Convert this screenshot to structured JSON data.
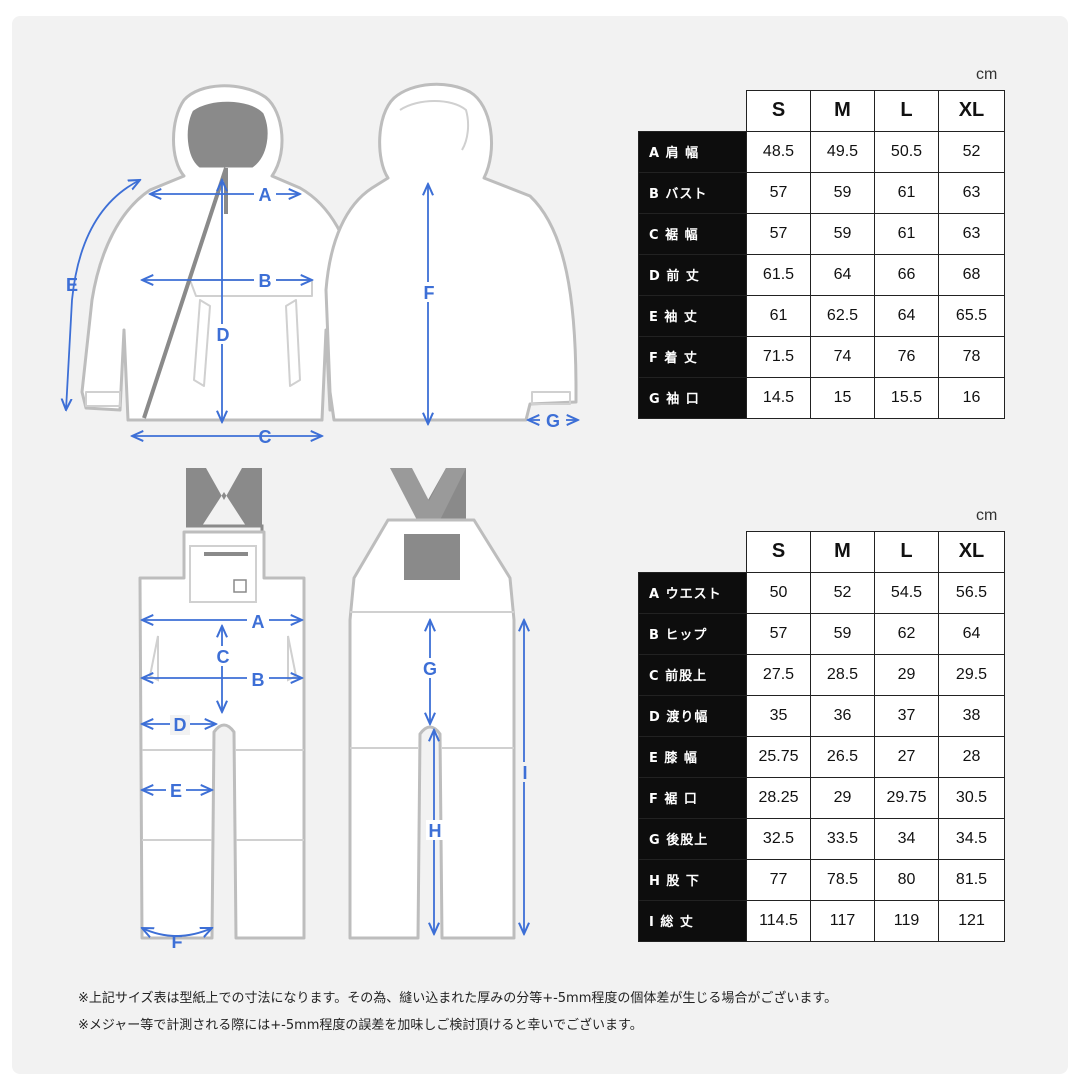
{
  "jacket_table": {
    "unit": "cm",
    "headers": [
      "S",
      "M",
      "L",
      "XL"
    ],
    "rows": [
      {
        "label": "A 肩 幅",
        "values": [
          "48.5",
          "49.5",
          "50.5",
          "52"
        ]
      },
      {
        "label": "B バスト",
        "values": [
          "57",
          "59",
          "61",
          "63"
        ]
      },
      {
        "label": "C 裾 幅",
        "values": [
          "57",
          "59",
          "61",
          "63"
        ]
      },
      {
        "label": "D 前 丈",
        "values": [
          "61.5",
          "64",
          "66",
          "68"
        ]
      },
      {
        "label": "E 袖 丈",
        "values": [
          "61",
          "62.5",
          "64",
          "65.5"
        ]
      },
      {
        "label": "F 着 丈",
        "values": [
          "71.5",
          "74",
          "76",
          "78"
        ]
      },
      {
        "label": "G 袖 口",
        "values": [
          "14.5",
          "15",
          "15.5",
          "16"
        ]
      }
    ]
  },
  "pants_table": {
    "unit": "cm",
    "headers": [
      "S",
      "M",
      "L",
      "XL"
    ],
    "rows": [
      {
        "label": "A ウエスト",
        "values": [
          "50",
          "52",
          "54.5",
          "56.5"
        ]
      },
      {
        "label": "B ヒップ",
        "values": [
          "57",
          "59",
          "62",
          "64"
        ]
      },
      {
        "label": "C 前股上",
        "values": [
          "27.5",
          "28.5",
          "29",
          "29.5"
        ]
      },
      {
        "label": "D 渡り幅",
        "values": [
          "35",
          "36",
          "37",
          "38"
        ]
      },
      {
        "label": "E 膝 幅",
        "values": [
          "25.75",
          "26.5",
          "27",
          "28"
        ]
      },
      {
        "label": "F 裾 口",
        "values": [
          "28.25",
          "29",
          "29.75",
          "30.5"
        ]
      },
      {
        "label": "G 後股上",
        "values": [
          "32.5",
          "33.5",
          "34",
          "34.5"
        ]
      },
      {
        "label": "H 股 下",
        "values": [
          "77",
          "78.5",
          "80",
          "81.5"
        ]
      },
      {
        "label": "I 総 丈",
        "values": [
          "114.5",
          "117",
          "119",
          "121"
        ]
      }
    ]
  },
  "diagram_labels": {
    "jacket": {
      "A": "A",
      "B": "B",
      "C": "C",
      "D": "D",
      "E": "E",
      "F": "F",
      "G": "G"
    },
    "pants": {
      "A": "A",
      "B": "B",
      "C": "C",
      "D": "D",
      "E": "E",
      "F": "F",
      "G": "G",
      "H": "H",
      "I": "I"
    }
  },
  "notes": [
    "※上記サイズ表は型紙上での寸法になります。その為、縫い込まれた厚みの分等+-5mm程度の個体差が生じる場合がございます。",
    "※メジャー等で計測される際には+-5mm程度の誤差を加味しご検討頂けると幸いでございます。"
  ],
  "colors": {
    "dimension_blue": "#3d6fd6",
    "outline_gray": "#bdbdbd",
    "label_black": "#0d0d0d",
    "background": "#f2f2f2"
  }
}
